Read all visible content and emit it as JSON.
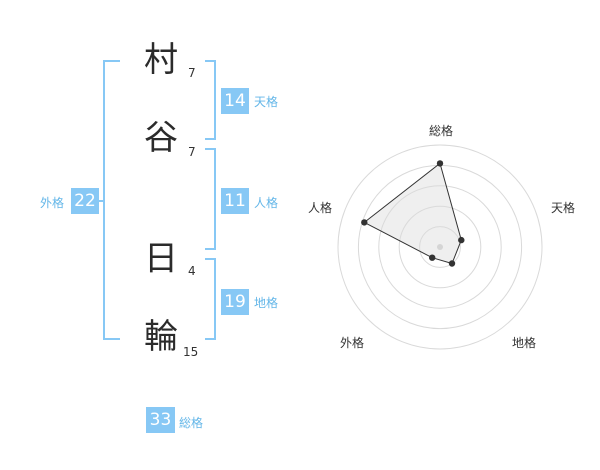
{
  "name": {
    "surname": [
      {
        "char": "村",
        "strokes": "7"
      },
      {
        "char": "谷",
        "strokes": "7"
      }
    ],
    "given": [
      {
        "char": "日",
        "strokes": "4"
      },
      {
        "char": "輪",
        "strokes": "15"
      }
    ]
  },
  "fortunes": {
    "tenkaku": {
      "value": "14",
      "label": "天格"
    },
    "jinkaku": {
      "value": "11",
      "label": "人格"
    },
    "chikaku": {
      "value": "19",
      "label": "地格"
    },
    "gaikaku": {
      "value": "22",
      "label": "外格"
    },
    "soukaku": {
      "value": "33",
      "label": "総格"
    }
  },
  "colors": {
    "accent": "#87c8f5",
    "accent_text": "#63b6e8",
    "bracket": "#87c8f5",
    "radar_fill": "#efefef",
    "radar_grid": "#d9d9d9",
    "text": "#2b2b2b"
  },
  "chart_data": {
    "type": "radar",
    "axes": [
      "総格",
      "天格",
      "地格",
      "外格",
      "人格"
    ],
    "values": [
      0.82,
      0.22,
      0.2,
      0.13,
      0.78
    ],
    "rings": 5,
    "range": [
      0,
      1
    ]
  }
}
